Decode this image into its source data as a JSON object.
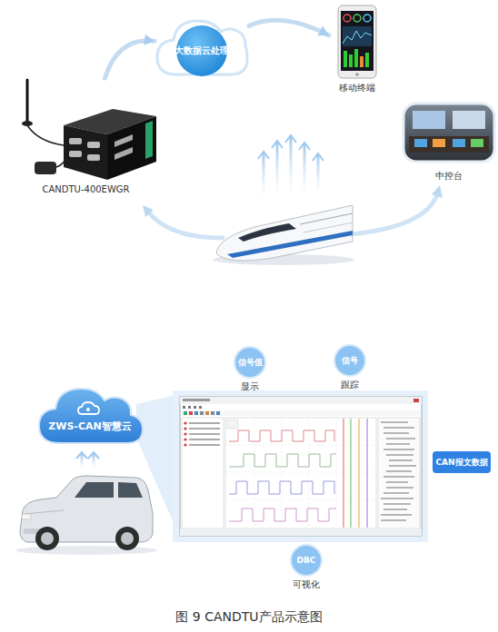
{
  "diagram": {
    "caption": "图 9 CANDTU产品示意图",
    "nodes": [
      {
        "text": [
          "大数据云处理"
        ]
      },
      {
        "text": [
          "移动终端"
        ]
      },
      {
        "text": [
          "CANDTU-400EWGR"
        ]
      },
      {
        "text": [
          "中控台"
        ]
      },
      {
        "text": [
          "信号值",
          "显示"
        ]
      },
      {
        "text": [
          "信号",
          "跟踪"
        ]
      },
      {
        "text": [
          "ZWS-CAN智慧云"
        ]
      },
      {
        "text": [
          "CAN报文数据"
        ]
      },
      {
        "text": [
          "DBC",
          "可视化"
        ]
      }
    ],
    "edges": [
      {
        "from": 2,
        "to": 0,
        "arrow": "to"
      },
      {
        "from": 0,
        "to": 1,
        "arrow": "to"
      }
    ]
  }
}
